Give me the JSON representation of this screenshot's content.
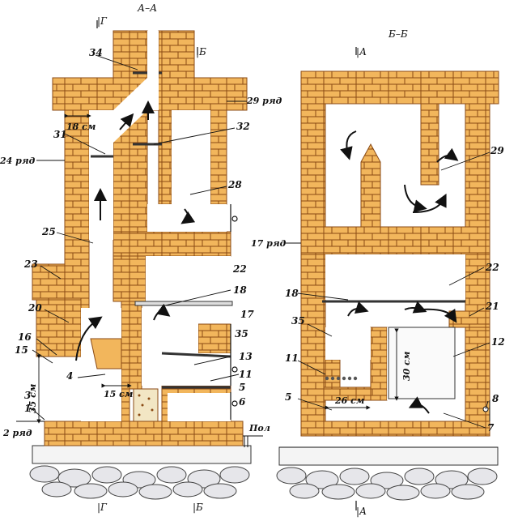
{
  "sections": {
    "left_title": "А–А",
    "right_title": "Б–Б",
    "mark_g_top": "|Г",
    "mark_b_top": "|Б",
    "mark_a_top": "|А",
    "mark_g_bottom": "|Г",
    "mark_b_bottom": "|Б",
    "mark_a_bottom": "|А"
  },
  "left_labels": {
    "l34": "34",
    "l29row": "29 ряд",
    "l31": "31",
    "l32": "32",
    "l24row": "24 ряд",
    "l28": "28",
    "l25": "25",
    "l23": "23",
    "l22": "22",
    "l20": "20",
    "l18": "18",
    "l17": "17",
    "l16": "16",
    "l35": "35",
    "l15": "15",
    "l13": "13",
    "l4": "4",
    "l11": "11",
    "l5": "5",
    "l3": "3",
    "l6": "6",
    "l1": "1",
    "l2row": "2 ряд",
    "floor": "Пол"
  },
  "right_labels": {
    "r29": "29",
    "r17row": "17 ряд",
    "r22": "22",
    "r18": "18",
    "r21": "21",
    "r35": "35",
    "r12": "12",
    "r11": "11",
    "r5": "5",
    "r8": "8",
    "r7": "7"
  },
  "dimensions": {
    "d18": "18 см",
    "d35": "35 см",
    "d15": "15 см",
    "d30": "30 см",
    "d26": "26 см"
  },
  "colors": {
    "brick": "#f2b65c",
    "brick_dark": "#d98d2c",
    "mortar": "#8a4a14",
    "cavity": "#ffffff",
    "foundation": "#f4f4f4",
    "stone": "#e6e6ea",
    "ink": "#111111"
  }
}
